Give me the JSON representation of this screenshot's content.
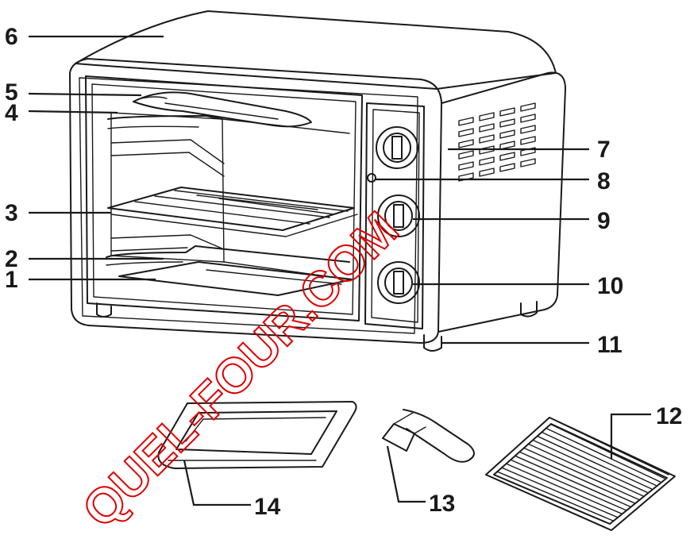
{
  "callouts": {
    "c1": "1",
    "c2": "2",
    "c3": "3",
    "c4": "4",
    "c5": "5",
    "c6": "6",
    "c7": "7",
    "c8": "8",
    "c9": "9",
    "c10": "10",
    "c11": "11",
    "c12": "12",
    "c13": "13",
    "c14": "14"
  },
  "watermark": "QUEL-FOUR.COM",
  "colors": {
    "line": "#1a1a1a",
    "watermark": "#e00000",
    "background": "#ffffff"
  }
}
